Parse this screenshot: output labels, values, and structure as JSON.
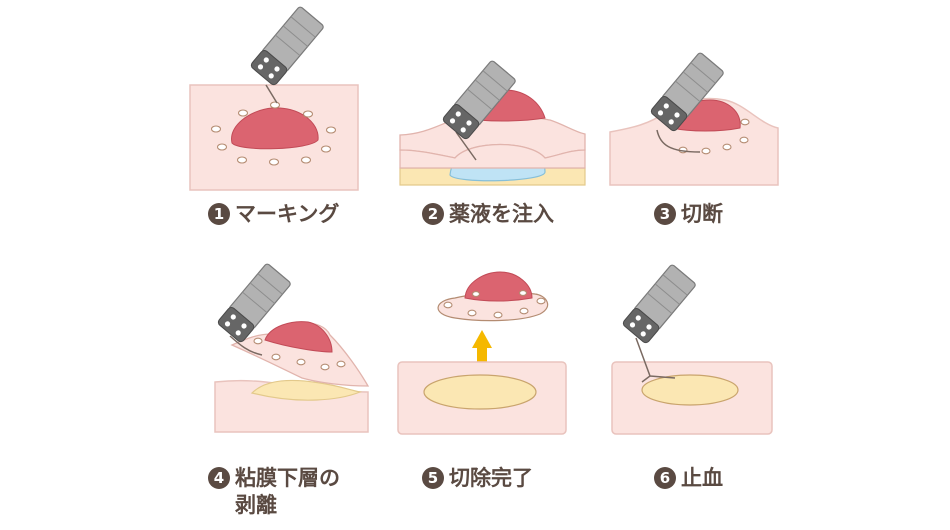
{
  "steps": [
    {
      "num": "1",
      "label": "マーキング"
    },
    {
      "num": "2",
      "label": "薬液を注入"
    },
    {
      "num": "3",
      "label": "切断"
    },
    {
      "num": "4",
      "label": "粘膜下層の\n剥離"
    },
    {
      "num": "5",
      "label": "切除完了"
    },
    {
      "num": "6",
      "label": "止血"
    }
  ],
  "colors": {
    "mucosa": "#fbe3df",
    "mucosa_outline": "#e9c3bd",
    "lesion": "#db6470",
    "submucosa": "#fbe7b3",
    "fluid": "#bfe3f5",
    "arrow": "#f5b800",
    "probe_body": "#a8a8a8",
    "probe_tip": "#666666",
    "text": "#5a4a42"
  },
  "icons": [
    "endoscope-icon",
    "upward-arrow-icon"
  ]
}
